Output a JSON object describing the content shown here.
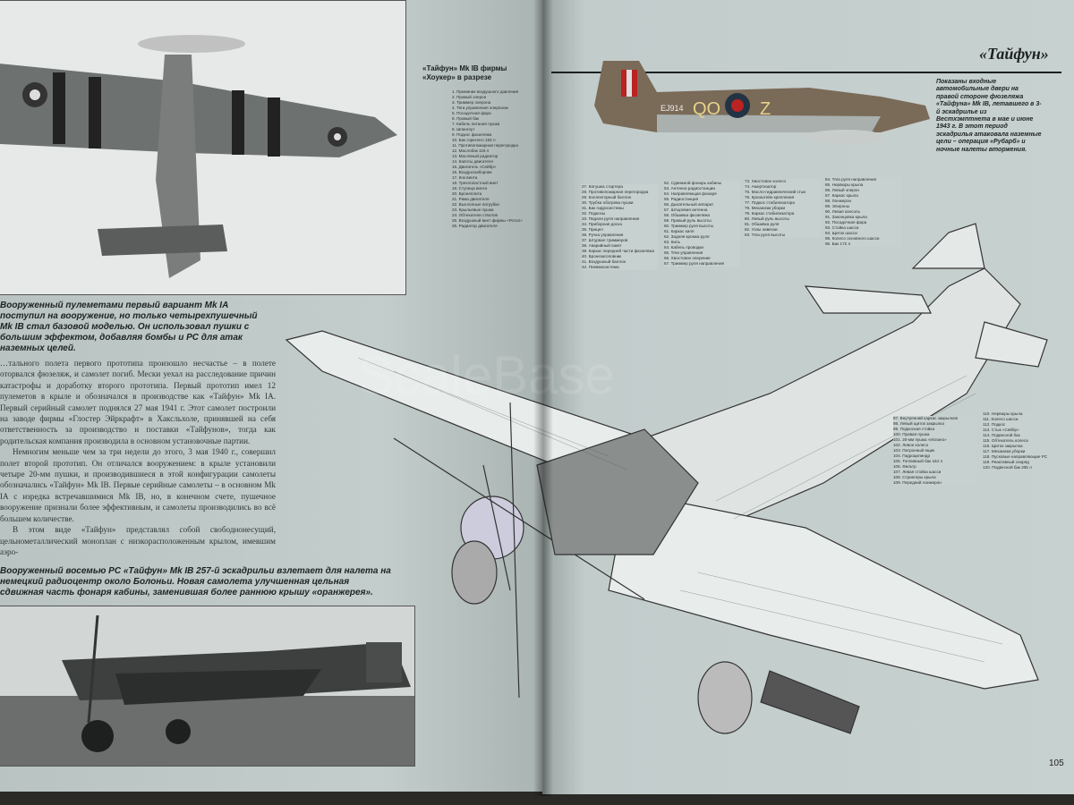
{
  "left_page": {
    "top_photo_caption": "Вооруженный пулеметами первый вариант Mk IA поступил на вооружение, но только четырехпушечный Mk IB стал базовой моделью. Он использовал пушки с большим эффектом, добавляя бомбы и РС для атак наземных целей.",
    "cutaway_heading": "«Тайфун» Mk IB фирмы «Хоукер» в разрезе",
    "body_text": [
      "…тального полета первого прототипа произошло несчастье – в полете оторвался фюзеляж, и самолет погиб. Мески уехал на расследование причин катастрофы и доработку второго прототипа. Первый прототип имел 12 пулеметов в крыле и обозначался в производстве как «Тайфун» Mk IA. Первый серийный самолет поднялся 27 мая 1941 г. Этот самолет построили на заводе фирмы «Глостер Эйркрафт» в Хаксльхоле, принявшей на себя ответственность за производство и поставки «Тайфунов», тогда как родительская компания производила в основном установочные партии.",
      "Немногим меньше чем за три недели до этого, 3 мая 1940 г., совершил полет второй прототип. Он отличался вооружением: в крыле установили четыре 20-мм пушки, и производившиеся в этой конфигурации самолеты обозначались «Тайфун» Mk IB. Первые серийные самолеты – в основном Mk IA с изредка встречавшимися Mk IB, но, в конечном счете, пушечное вооружение признали более эффективным, и самолеты производились во всё большем количестве.",
      "В этом виде «Тайфун» представлял собой свободнонесущий, цельнометаллический моноплан с низкорасположенным крылом, имевшим аэро-"
    ],
    "bottom_photo_caption": "Вооруженный восемью РС «Тайфун» Mk IB 257-й эскадрильи взлетает для налета на немецкий радиоцентр около Болоньи. Новая самолета улучшенная цельная сдвижная часть фонаря кабины, заменившая более раннюю крышу «оранжерея».",
    "parts_list_a": "1. Приемник воздушного давления\n2. Правый элерон\n3. Триммер элерона\n4. Тяга управления элероном\n5. Посадочная фара\n6. Правый бак\n7. Кабель питания пушки\n8. Шпангоут\n9. Подкос фюзеляжа\n10. Бак горючего 183 л\n11. Противопожарная перегородка\n12. Маслобак 118 л\n13. Масляный радиатор\n14. Капоты двигателя\n15. Двигатель «Сейбр»\n16. Воздухозаборник\n17. Кок винта\n18. Трехлопастный винт\n19. Ступица винта\n20. Бронеплита\n21. Рама двигателя\n22. Выхлопные патрубки\n23. Крыльевые пушки\n24. Обтекатели стволов\n25. Воздушный винт фирмы «Ротол»\n26. Радиатор двигателя"
  },
  "right_page": {
    "section_title": "«Тайфун»",
    "profile_serial": "EJ914",
    "profile_code": "QO",
    "profile_letter": "Z",
    "profile_caption": "Показаны входные автомобильные двери на правой стороне фюзеляжа «Тайфуна» Mk IB, летавшего в 3-й эскадрилье из Вестхэмптнета в мае и июне 1943 г. В этот период эскадрилья атаковала наземные цели – операция «Рубарб» и ночные налеты вторжения.",
    "parts_list_1": "27. Катушка стартера\n28. Противопожарная перегородка\n29. Коллекторный баллон\n30. Трубка обогрева пушки\n31. Бак гидросистемы\n32. Подкосы\n33. Педали руля направления\n34. Приборная доска\n35. Прицел\n36. Ручка управления\n37. Штурвал триммеров\n38. Аварийный пакет\n39. Каркас передней части фюзеляжа\n40. Бронезаголовник\n41. Воздушный баллон\n42. Пневмосистема",
    "parts_list_2": "52. Сдвижной фонарь кабины\n53. Антенна радиостанции\n54. Направляющая фонаря\n55. Радиостанция\n56. Дыхательный аппарат\n57. Штыревая антенна\n58. Обшивка фюзеляжа\n59. Правый руль высоты\n60. Триммер руля высоты\n61. Каркас киля\n62. Задняя кромка руля\n63. Киль\n64. Кабель проводки\n65. Тяги управления\n66. Хвостовое оперение\n67. Триммер руля направления",
    "parts_list_3": "73. Хвостовое колесо\n74. Амортизатор\n75. Масло-гидравлический стык\n76. Кронштейн крепления\n77. Подкос стабилизатора\n78. Механизм уборки\n79. Каркас стабилизатора\n80. Левый руль высоты\n81. Обшивка руля\n82. Узлы навески\n83. Тяга руля высоты",
    "parts_list_4": "84. Тяга руля направления\n85. Нервюры крыла\n86. Левый элерон\n87. Каркас крыла\n88. Лонжерон\n89. Элероны\n90. Левая консоль\n91. Законцовка крыла\n92. Посадочная фара\n93. Стойка шасси\n94. Щиток шасси\n95. Колесо основного шасси\n96. Бак 172 л",
    "parts_list_5": "97. Внутренний каркас закрылков\n98. Левый щиток закрылка\n99. Подкосная стойка\n100. Правая пушка\n101. 20-мм пушка «Испано»\n102. Левое колесо\n103. Патронный ящик\n104. Гидроцилиндр\n105. Топливный бак 164 л\n106. Фильтр\n107. Левая стойка шасси\n108. Стрингеры крыла\n109. Передний лонжерон",
    "parts_list_6": "110. Нервюры крыла\n111. Колесо шасси\n112. Подкос\n113. Стык «Сейбр»\n114. Подвесной бак\n115. Обтекатель колеса\n116. Щиток закрылка\n117. Механизм уборки\n118. Пусковые направляющие РС\n119. Реактивный снаряд\n120. Подвесной бак 205 л",
    "page_number": "105",
    "watermark": "ScaleBase"
  }
}
